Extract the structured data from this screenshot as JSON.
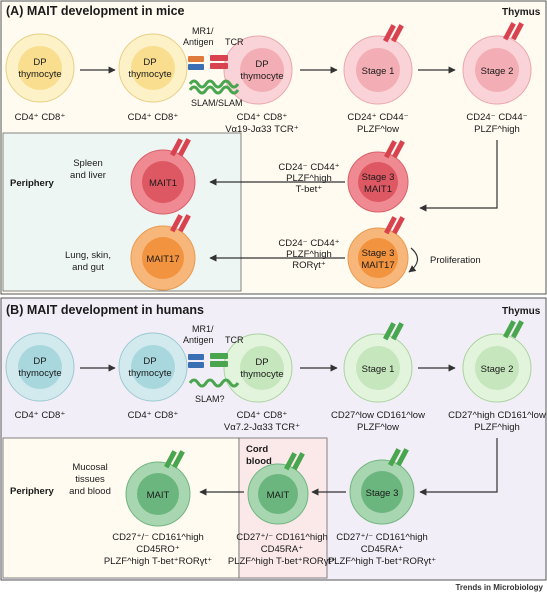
{
  "panelA": {
    "title": "(A) MAIT development in mice",
    "thymus": "Thymus",
    "periphery": "Periphery",
    "cells": {
      "dp1": [
        "DP",
        "thymocyte"
      ],
      "dp2": [
        "DP",
        "thymocyte"
      ],
      "dp3": [
        "DP",
        "thymocyte"
      ],
      "stage1": "Stage 1",
      "stage2": "Stage 2",
      "stage3_mait1": [
        "Stage 3",
        "MAIT1"
      ],
      "stage3_mait17": [
        "Stage 3",
        "MAIT17"
      ],
      "mait1": "MAIT1",
      "mait17": "MAIT17"
    },
    "mr1": [
      "MR1/",
      "Antigen"
    ],
    "tcr": "TCR",
    "slam": "SLAM/SLAM",
    "labels": {
      "dp1": "CD4⁺ CD8⁺",
      "dp2": "CD4⁺ CD8⁺",
      "dp3": [
        "CD4⁺ CD8⁺",
        "Vα19-Jα33 TCR⁺"
      ],
      "stage1": [
        "CD24⁺ CD44⁻",
        "PLZF^low"
      ],
      "stage2": [
        "CD24⁻ CD44⁻",
        "PLZF^high"
      ],
      "mait1": [
        "CD24⁻ CD44⁺",
        "PLZF^high",
        "T-bet⁺"
      ],
      "mait17": [
        "CD24⁻ CD44⁺",
        "PLZF^high",
        "RORγt⁺"
      ],
      "spleen": [
        "Spleen",
        "and liver"
      ],
      "lung": [
        "Lung, skin,",
        "and gut"
      ],
      "proliferation": "Proliferation"
    }
  },
  "panelB": {
    "title": "(B) MAIT development in humans",
    "thymus": "Thymus",
    "periphery": "Periphery",
    "cord": [
      "Cord",
      "blood"
    ],
    "cells": {
      "dp1": [
        "DP",
        "thymocyte"
      ],
      "dp2": [
        "DP",
        "thymocyte"
      ],
      "dp3": [
        "DP",
        "thymocyte"
      ],
      "stage1": "Stage 1",
      "stage2": "Stage 2",
      "stage3": "Stage 3",
      "mait_cord": "MAIT",
      "mait_periph": "MAIT"
    },
    "mr1": [
      "MR1/",
      "Antigen"
    ],
    "tcr": "TCR",
    "slam": "SLAM?",
    "labels": {
      "dp1": "CD4⁺ CD8⁺",
      "dp2": "CD4⁺ CD8⁺",
      "dp3": [
        "CD4⁺ CD8⁺",
        "Vα7.2-Jα33 TCR⁺"
      ],
      "stage1": [
        "CD27^low CD161^low",
        "PLZF^low"
      ],
      "stage2": [
        "CD27^high CD161^low",
        "PLZF^high"
      ],
      "stage3": [
        "CD27⁺/⁻ CD161^high",
        "CD45RA⁺",
        "PLZF^high T-bet⁺RORγt⁺"
      ],
      "cord": [
        "CD27⁺/⁻ CD161^high",
        "CD45RA⁺",
        "PLZF^high T-bet⁺RORγt⁺"
      ],
      "periph": [
        "CD27⁺/⁻ CD161^high",
        "CD45RO⁺",
        "PLZF^high T-bet⁺RORγt⁺"
      ],
      "mucosal": [
        "Mucosal",
        "tissues",
        "and blood"
      ]
    }
  },
  "footer": "Trends in Microbiology",
  "colors": {
    "panelA_bg": "#fffbf0",
    "panelA_periph": "#eef6f4",
    "panelB_bg": "#f2eef7",
    "panelB_periph": "#fffbf0",
    "cord_bg": "#fbe9ea",
    "dp_yellow": "#fbe6a6",
    "pink_cell": "#f6c4c9",
    "red_cell": "#e8737c",
    "orange_cell": "#f7a65a",
    "dp_teal": "#bfe1e6",
    "green_light": "#d8efd0",
    "green_dark": "#8fc79a",
    "tcr_red": "#d9434f",
    "tcr_green": "#49a64e"
  }
}
